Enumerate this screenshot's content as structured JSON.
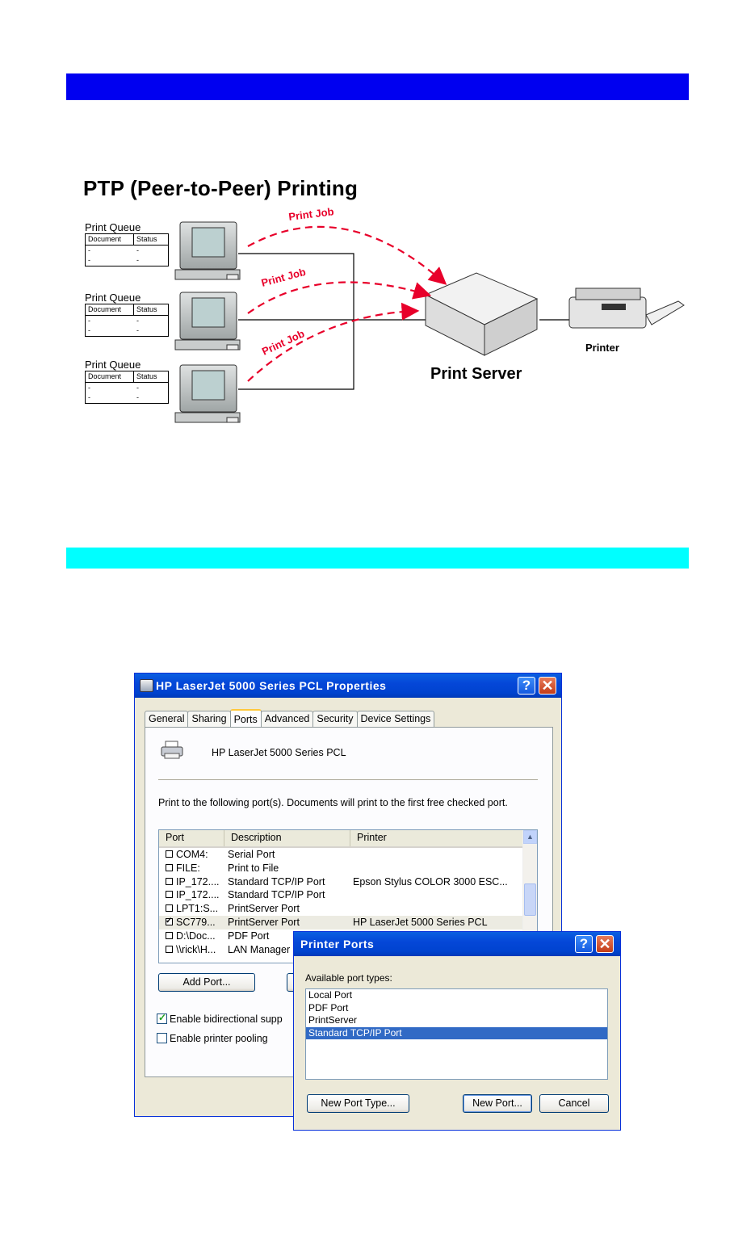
{
  "diagram": {
    "title": "PTP (Peer-to-Peer) Printing",
    "queues": [
      {
        "title": "Print Queue",
        "col1": "Document",
        "col2": "Status",
        "rows": [
          [
            "-",
            "-"
          ],
          [
            "-",
            "-"
          ]
        ]
      },
      {
        "title": "Print Queue",
        "col1": "Document",
        "col2": "Status",
        "rows": [
          [
            "-",
            "-"
          ],
          [
            "-",
            "-"
          ]
        ]
      },
      {
        "title": "Print Queue",
        "col1": "Document",
        "col2": "Status",
        "rows": [
          [
            "-",
            "-"
          ],
          [
            "-",
            "-"
          ]
        ]
      }
    ],
    "job_label": "Print Job",
    "server_label": "Print Server",
    "printer_label": "Printer"
  },
  "properties_dialog": {
    "title": "HP LaserJet 5000 Series PCL Properties",
    "tabs": [
      "General",
      "Sharing",
      "Ports",
      "Advanced",
      "Security",
      "Device Settings"
    ],
    "active_tab": "Ports",
    "printer_name": "HP LaserJet 5000 Series PCL",
    "description": "Print to the following port(s). Documents will print to the first free checked port.",
    "columns": [
      "Port",
      "Description",
      "Printer"
    ],
    "ports": [
      {
        "port": "COM4:",
        "description": "Serial Port",
        "printer": "",
        "checked": false
      },
      {
        "port": "FILE:",
        "description": "Print to File",
        "printer": "",
        "checked": false
      },
      {
        "port": "IP_172....",
        "description": "Standard TCP/IP Port",
        "printer": "Epson Stylus COLOR 3000 ESC...",
        "checked": false
      },
      {
        "port": "IP_172....",
        "description": "Standard TCP/IP Port",
        "printer": "",
        "checked": false
      },
      {
        "port": "LPT1:S...",
        "description": "PrintServer Port",
        "printer": "",
        "checked": false
      },
      {
        "port": "SC779...",
        "description": "PrintServer Port",
        "printer": "HP LaserJet 5000 Series PCL",
        "checked": true
      },
      {
        "port": "D:\\Doc...",
        "description": "PDF Port",
        "printer": "",
        "checked": false
      },
      {
        "port": "\\\\rick\\H...",
        "description": "LAN Manager",
        "printer": "",
        "checked": false
      }
    ],
    "add_port_label": "Add Port...",
    "bidirectional_label": "Enable bidirectional supp",
    "bidirectional_checked": true,
    "pooling_label": "Enable printer pooling",
    "pooling_checked": false
  },
  "ports_dialog": {
    "title": "Printer Ports",
    "available_label": "Available port types:",
    "port_types": [
      "Local Port",
      "PDF Port",
      "PrintServer",
      "Standard TCP/IP Port"
    ],
    "selected_port_type": "Standard TCP/IP Port",
    "new_port_type_label": "New Port Type...",
    "new_port_label": "New Port...",
    "cancel_label": "Cancel"
  },
  "colors": {
    "header_bar": "#0000f0",
    "section_bar": "#00ffff",
    "job_arrow": "#e8002a"
  }
}
